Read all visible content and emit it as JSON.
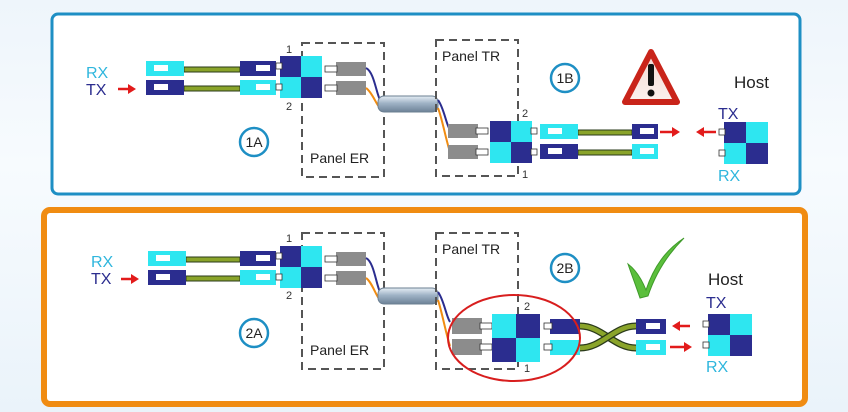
{
  "colors": {
    "panel_top_border": "#1e8fc4",
    "panel_bottom_border": "#f08c12",
    "navy": "#2b2d8f",
    "cyan": "#2ee6f0",
    "grey": "#8c8c8c",
    "fiber": "#8aa42a",
    "arrow_red": "#e21b1b",
    "circle_label": "#1e8fc4",
    "warning_red": "#c9241a",
    "check_green": "#5bbf3c",
    "highlight_oval": "#d81e1e"
  },
  "scenario1": {
    "rx": "RX",
    "tx": "TX",
    "port1": "1",
    "port2": "2",
    "panel_er": "Panel ER",
    "panel_tr": "Panel TR",
    "tr_port2": "2",
    "tr_port1": "1",
    "badge_a": "1A",
    "badge_b": "1B",
    "host": "Host",
    "host_tx": "TX",
    "host_rx": "RX",
    "status_icon": "warning-icon"
  },
  "scenario2": {
    "rx": "RX",
    "tx": "TX",
    "port1": "1",
    "port2": "2",
    "panel_er": "Panel ER",
    "panel_tr": "Panel TR",
    "tr_port2": "2",
    "tr_port1": "1",
    "badge_a": "2A",
    "badge_b": "2B",
    "host": "Host",
    "host_tx": "TX",
    "host_rx": "RX",
    "status_icon": "checkmark-icon"
  }
}
